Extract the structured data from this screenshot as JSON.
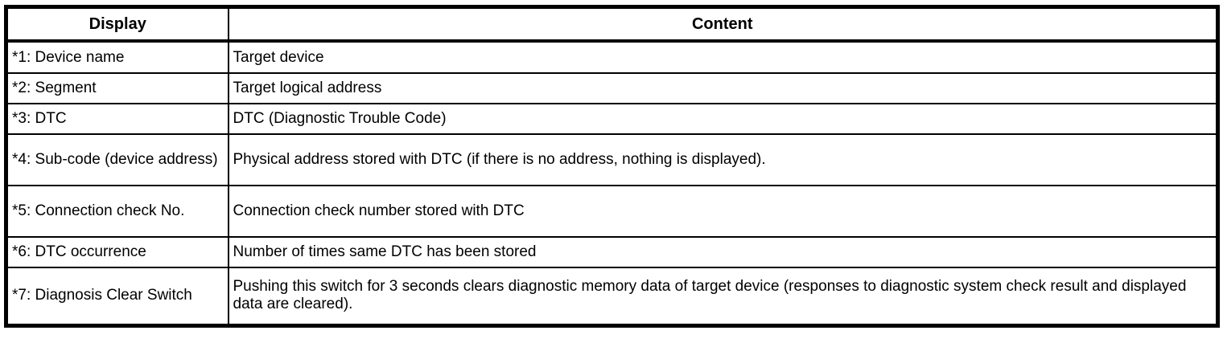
{
  "table": {
    "columns": [
      {
        "label": "Display"
      },
      {
        "label": "Content"
      }
    ],
    "rows": [
      {
        "display": "*1: Device name",
        "content": "Target device"
      },
      {
        "display": "*2: Segment",
        "content": "Target logical address"
      },
      {
        "display": "*3: DTC",
        "content": "DTC (Diagnostic Trouble Code)"
      },
      {
        "display": "*4: Sub-code (device address)",
        "content": "Physical address stored with DTC (if there is no address, nothing is displayed)."
      },
      {
        "display": "*5: Connection check No.",
        "content": "Connection check number stored with DTC"
      },
      {
        "display": "*6: DTC occurrence",
        "content": "Number of times same DTC has been stored"
      },
      {
        "display": "*7: Diagnosis Clear Switch",
        "content": "Pushing this switch for 3 seconds clears diagnostic memory data of target device (responses to diagnostic system check result and displayed data are cleared)."
      }
    ],
    "colors": {
      "border": "#000000",
      "background": "#ffffff",
      "text": "#000000"
    }
  }
}
